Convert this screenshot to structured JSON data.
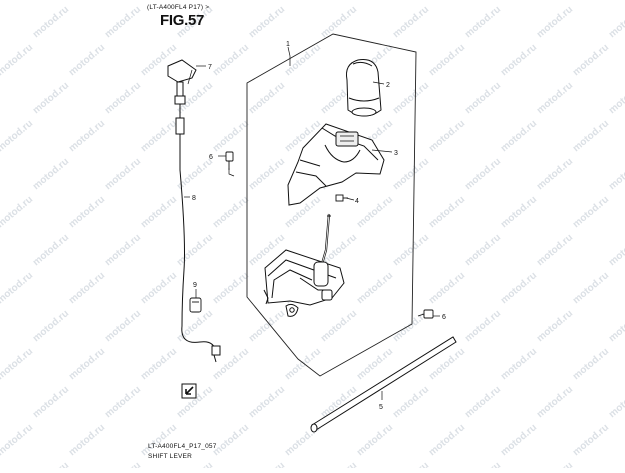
{
  "header": {
    "model": "(LT-A400FL4 P17) >",
    "figure": "FIG.57"
  },
  "footer": {
    "code": "LT-A400FL4_P17_057",
    "title": "SHIFT LEVER"
  },
  "watermark": {
    "text": "motod.ru",
    "color": "#d8dde3"
  },
  "callouts": {
    "c1": "1",
    "c2": "2",
    "c3": "3",
    "c4": "4",
    "c5": "5",
    "c6a": "6",
    "c6b": "6",
    "c7": "7",
    "c8": "8",
    "c9": "9"
  },
  "icons": {
    "front_arrow": "front-direction-arrow-icon"
  }
}
